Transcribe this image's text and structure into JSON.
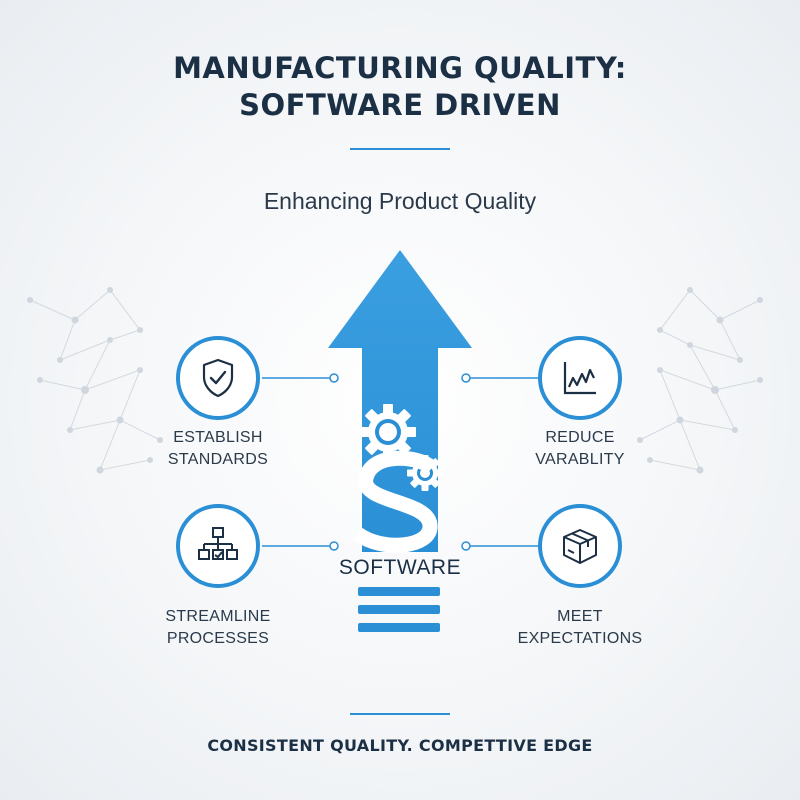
{
  "title": {
    "line1": "MANUFACTURING QUALITY:",
    "line2": "SOFTWARE DRIVEN"
  },
  "subtitle": "Enhancing Product Quality",
  "center": {
    "label": "SOFTWARE",
    "icon": "arrow-gears-s-icon"
  },
  "items": [
    {
      "line1": "ESTABLISH",
      "line2": "STANDARDS",
      "icon": "shield-check-icon"
    },
    {
      "line1": "REDUCE",
      "line2": "VARABLITY",
      "icon": "line-chart-icon"
    },
    {
      "line1": "STREAMLINE",
      "line2": "PROCESSES",
      "icon": "flowchart-icon"
    },
    {
      "line1": "MEET",
      "line2": "EXPECTATIONS",
      "icon": "package-box-icon"
    }
  ],
  "footer": "CONSISTENT QUALITY. COMPETTIVE EDGE",
  "colors": {
    "accent": "#2b8fd6",
    "text_dark": "#1b2f45",
    "text": "#2b3a4a"
  }
}
